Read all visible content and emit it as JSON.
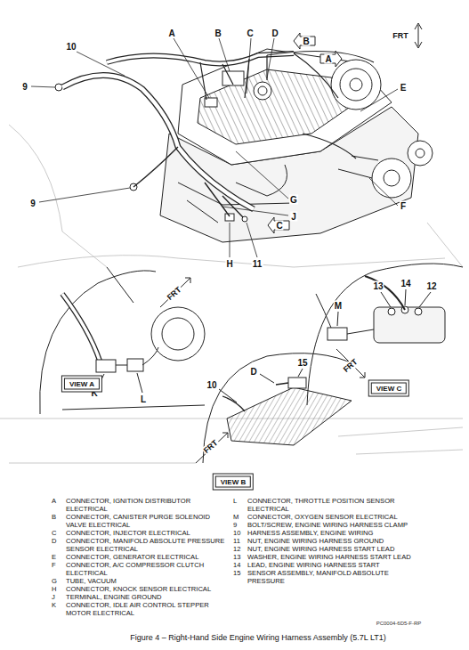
{
  "diagram": {
    "caption": "Figure 4 – Right-Hand Side Engine Wiring Harness Assembly (5.7L LT1)",
    "nodes": [
      {
        "text": [
          "VIEW A"
        ]
      },
      {
        "text": [
          "VIEW C"
        ]
      },
      {
        "text": [
          "VIEW B"
        ]
      }
    ],
    "labels": [
      "10",
      "9",
      "A",
      "B",
      "C",
      "D",
      "B",
      "A",
      "FRT",
      "E",
      "9",
      "G",
      "J",
      "F",
      "C",
      "H",
      "11",
      "FRT",
      "K",
      "L",
      "M",
      "13",
      "14",
      "12",
      "FRT",
      "15",
      "D",
      "10",
      "FRT",
      "PC0004-6D5-F-RP",
      "A",
      "CONNECTOR, IGNITION DISTRIBUTOR ELECTRICAL",
      "B",
      "CONNECTOR, CANISTER PURGE SOLENOID VALVE ELECTRICAL",
      "C",
      "CONNECTOR, INJECTOR ELECTRICAL",
      "D",
      "CONNECTOR, MANIFOLD ABSOLUTE PRESSURE SENSOR ELECTRICAL",
      "E",
      "CONNECTOR, GENERATOR ELECTRICAL",
      "F",
      "CONNECTOR, A/C COMPRESSOR CLUTCH ELECTRICAL",
      "G",
      "TUBE, VACUUM",
      "H",
      "CONNECTOR, KNOCK SENSOR ELECTRICAL",
      "J",
      "TERMINAL, ENGINE GROUND",
      "K",
      "CONNECTOR, IDLE AIR CONTROL STEPPER MOTOR ELECTRICAL",
      "L",
      "CONNECTOR, THROTTLE POSITION SENSOR ELECTRICAL",
      "M",
      "CONNECTOR, OXYGEN SENSOR ELECTRICAL",
      "9",
      "BOLT/SCREW, ENGINE WIRING HARNESS CLAMP",
      "10",
      "HARNESS ASSEMBLY, ENGINE WIRING",
      "11",
      "NUT, ENGINE WIRING HARNESS GROUND",
      "12",
      "NUT, ENGINE WIRING HARNESS START LEAD",
      "13",
      "WASHER, ENGINE WIRING HARNESS START LEAD",
      "14",
      "LEAD, ENGINE WIRING HARNESS START",
      "15",
      "SENSOR ASSEMBLY, MANIFOLD ABSOLUTE PRESSURE"
    ]
  }
}
